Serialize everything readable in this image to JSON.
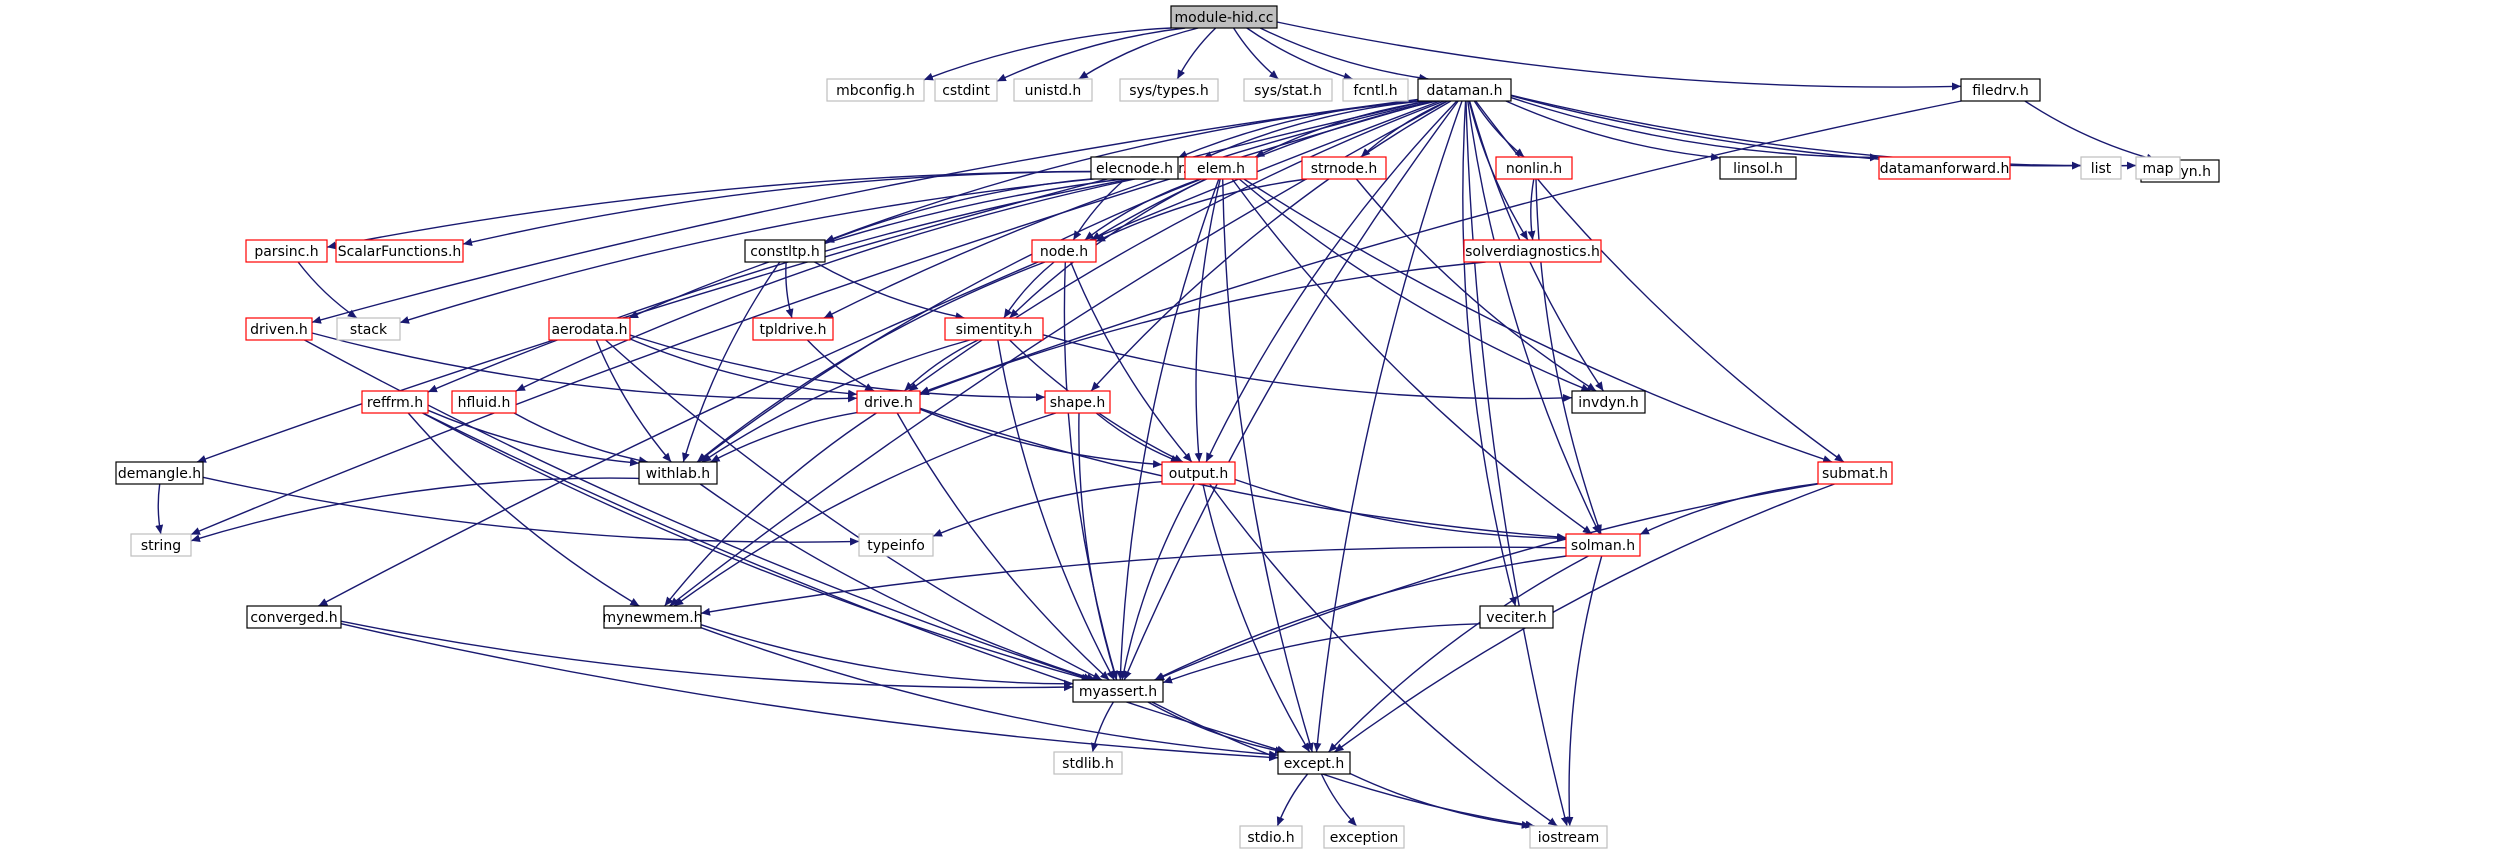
{
  "diagram": {
    "title": "module-hid.cc include dependency graph",
    "colors": {
      "root_fill": "#bfbfbf",
      "normal_border": "#000000",
      "documented_border": "#ff0000",
      "system_border": "#bfbfbf",
      "edge": "#191970"
    },
    "nodes": [
      {
        "id": "module_hid",
        "label": "module-hid.cc",
        "kind": "root"
      },
      {
        "id": "mbconfig",
        "label": "mbconfig.h",
        "kind": "system"
      },
      {
        "id": "cstdint",
        "label": "cstdint",
        "kind": "system"
      },
      {
        "id": "unistd",
        "label": "unistd.h",
        "kind": "system"
      },
      {
        "id": "systypes",
        "label": "sys/types.h",
        "kind": "system"
      },
      {
        "id": "sysstat",
        "label": "sys/stat.h",
        "kind": "system"
      },
      {
        "id": "fcntl",
        "label": "fcntl.h",
        "kind": "system"
      },
      {
        "id": "dataman",
        "label": "dataman.h",
        "kind": "normal"
      },
      {
        "id": "filedrv",
        "label": "filedrv.h",
        "kind": "normal"
      },
      {
        "id": "mbdyn",
        "label": "mbdyn.h",
        "kind": "normal"
      },
      {
        "id": "mbpar",
        "label": "mbpar.h",
        "kind": "normal"
      },
      {
        "id": "elecnode",
        "label": "elecnode.h",
        "kind": "normal"
      },
      {
        "id": "elem",
        "label": "elem.h",
        "kind": "documented"
      },
      {
        "id": "strnode",
        "label": "strnode.h",
        "kind": "documented"
      },
      {
        "id": "nonlin",
        "label": "nonlin.h",
        "kind": "documented"
      },
      {
        "id": "linsol",
        "label": "linsol.h",
        "kind": "normal"
      },
      {
        "id": "datamanforward",
        "label": "datamanforward.h",
        "kind": "documented"
      },
      {
        "id": "list",
        "label": "list",
        "kind": "system"
      },
      {
        "id": "map",
        "label": "map",
        "kind": "system"
      },
      {
        "id": "parsinc",
        "label": "parsinc.h",
        "kind": "documented"
      },
      {
        "id": "scalarfunctions",
        "label": "ScalarFunctions.h",
        "kind": "documented"
      },
      {
        "id": "constltp",
        "label": "constltp.h",
        "kind": "normal"
      },
      {
        "id": "node",
        "label": "node.h",
        "kind": "documented"
      },
      {
        "id": "solverdiagnostics",
        "label": "solverdiagnostics.h",
        "kind": "documented"
      },
      {
        "id": "stack",
        "label": "stack",
        "kind": "system"
      },
      {
        "id": "driven",
        "label": "driven.h",
        "kind": "documented"
      },
      {
        "id": "aerodata",
        "label": "aerodata.h",
        "kind": "documented"
      },
      {
        "id": "tpldrive",
        "label": "tpldrive.h",
        "kind": "documented"
      },
      {
        "id": "simentity",
        "label": "simentity.h",
        "kind": "documented"
      },
      {
        "id": "reffrm",
        "label": "reffrm.h",
        "kind": "documented"
      },
      {
        "id": "hfluid",
        "label": "hfluid.h",
        "kind": "documented"
      },
      {
        "id": "drive",
        "label": "drive.h",
        "kind": "documented"
      },
      {
        "id": "shape",
        "label": "shape.h",
        "kind": "documented"
      },
      {
        "id": "invdyn",
        "label": "invdyn.h",
        "kind": "normal"
      },
      {
        "id": "demangle",
        "label": "demangle.h",
        "kind": "normal"
      },
      {
        "id": "withlab",
        "label": "withlab.h",
        "kind": "normal"
      },
      {
        "id": "output",
        "label": "output.h",
        "kind": "documented"
      },
      {
        "id": "submat",
        "label": "submat.h",
        "kind": "documented"
      },
      {
        "id": "string",
        "label": "string",
        "kind": "system"
      },
      {
        "id": "typeinfo",
        "label": "typeinfo",
        "kind": "system"
      },
      {
        "id": "solman",
        "label": "solman.h",
        "kind": "documented"
      },
      {
        "id": "converged",
        "label": "converged.h",
        "kind": "normal"
      },
      {
        "id": "mynewmem",
        "label": "mynewmem.h",
        "kind": "normal"
      },
      {
        "id": "veciter",
        "label": "veciter.h",
        "kind": "normal"
      },
      {
        "id": "myassert",
        "label": "myassert.h",
        "kind": "normal"
      },
      {
        "id": "stdlib",
        "label": "stdlib.h",
        "kind": "system"
      },
      {
        "id": "except",
        "label": "except.h",
        "kind": "normal"
      },
      {
        "id": "stdio",
        "label": "stdio.h",
        "kind": "system"
      },
      {
        "id": "exception",
        "label": "exception",
        "kind": "system"
      },
      {
        "id": "iostream",
        "label": "iostream",
        "kind": "system"
      }
    ],
    "edges": [
      [
        "module_hid",
        "mbconfig"
      ],
      [
        "module_hid",
        "cstdint"
      ],
      [
        "module_hid",
        "unistd"
      ],
      [
        "module_hid",
        "systypes"
      ],
      [
        "module_hid",
        "sysstat"
      ],
      [
        "module_hid",
        "fcntl"
      ],
      [
        "module_hid",
        "dataman"
      ],
      [
        "module_hid",
        "filedrv"
      ],
      [
        "filedrv",
        "mbdyn"
      ],
      [
        "filedrv",
        "drive"
      ],
      [
        "dataman",
        "mbpar"
      ],
      [
        "dataman",
        "elecnode"
      ],
      [
        "dataman",
        "elem"
      ],
      [
        "dataman",
        "strnode"
      ],
      [
        "dataman",
        "nonlin"
      ],
      [
        "dataman",
        "linsol"
      ],
      [
        "dataman",
        "datamanforward"
      ],
      [
        "dataman",
        "list"
      ],
      [
        "dataman",
        "map"
      ],
      [
        "dataman",
        "iostream"
      ],
      [
        "dataman",
        "string"
      ],
      [
        "dataman",
        "converged"
      ],
      [
        "dataman",
        "demangle"
      ],
      [
        "dataman",
        "driven"
      ],
      [
        "dataman",
        "constltp"
      ],
      [
        "dataman",
        "node"
      ],
      [
        "dataman",
        "tpldrive"
      ],
      [
        "dataman",
        "drive"
      ],
      [
        "dataman",
        "solverdiagnostics"
      ],
      [
        "dataman",
        "shape"
      ],
      [
        "dataman",
        "invdyn"
      ],
      [
        "dataman",
        "output"
      ],
      [
        "dataman",
        "submat"
      ],
      [
        "dataman",
        "solman"
      ],
      [
        "dataman",
        "veciter"
      ],
      [
        "dataman",
        "mynewmem"
      ],
      [
        "dataman",
        "myassert"
      ],
      [
        "dataman",
        "except"
      ],
      [
        "mbpar",
        "parsinc"
      ],
      [
        "mbpar",
        "scalarfunctions"
      ],
      [
        "mbpar",
        "constltp"
      ],
      [
        "mbpar",
        "stack"
      ],
      [
        "mbpar",
        "aerodata"
      ],
      [
        "mbpar",
        "hfluid"
      ],
      [
        "mbpar",
        "reffrm"
      ],
      [
        "parsinc",
        "stack"
      ],
      [
        "constltp",
        "tpldrive"
      ],
      [
        "constltp",
        "simentity"
      ],
      [
        "constltp",
        "withlab"
      ],
      [
        "elecnode",
        "node"
      ],
      [
        "elem",
        "node"
      ],
      [
        "elem",
        "simentity"
      ],
      [
        "elem",
        "withlab"
      ],
      [
        "elem",
        "output"
      ],
      [
        "elem",
        "myassert"
      ],
      [
        "elem",
        "except"
      ],
      [
        "elem",
        "solman"
      ],
      [
        "elem",
        "submat"
      ],
      [
        "elem",
        "invdyn"
      ],
      [
        "strnode",
        "node"
      ],
      [
        "strnode",
        "invdyn"
      ],
      [
        "nonlin",
        "solverdiagnostics"
      ],
      [
        "nonlin",
        "solman"
      ],
      [
        "solverdiagnostics",
        "drive"
      ],
      [
        "node",
        "simentity"
      ],
      [
        "node",
        "withlab"
      ],
      [
        "node",
        "output"
      ],
      [
        "node",
        "myassert"
      ],
      [
        "driven",
        "drive"
      ],
      [
        "driven",
        "myassert"
      ],
      [
        "aerodata",
        "drive"
      ],
      [
        "aerodata",
        "shape"
      ],
      [
        "aerodata",
        "withlab"
      ],
      [
        "aerodata",
        "myassert"
      ],
      [
        "tpldrive",
        "drive"
      ],
      [
        "simentity",
        "drive"
      ],
      [
        "simentity",
        "withlab"
      ],
      [
        "simentity",
        "output"
      ],
      [
        "simentity",
        "invdyn"
      ],
      [
        "simentity",
        "myassert"
      ],
      [
        "reffrm",
        "withlab"
      ],
      [
        "reffrm",
        "mynewmem"
      ],
      [
        "reffrm",
        "myassert"
      ],
      [
        "reffrm",
        "except"
      ],
      [
        "hfluid",
        "withlab"
      ],
      [
        "drive",
        "withlab"
      ],
      [
        "drive",
        "output"
      ],
      [
        "drive",
        "solman"
      ],
      [
        "drive",
        "mynewmem"
      ],
      [
        "drive",
        "myassert"
      ],
      [
        "shape",
        "output"
      ],
      [
        "shape",
        "mynewmem"
      ],
      [
        "shape",
        "myassert"
      ],
      [
        "demangle",
        "string"
      ],
      [
        "demangle",
        "typeinfo"
      ],
      [
        "withlab",
        "string"
      ],
      [
        "withlab",
        "myassert"
      ],
      [
        "output",
        "typeinfo"
      ],
      [
        "output",
        "solman"
      ],
      [
        "output",
        "myassert"
      ],
      [
        "output",
        "except"
      ],
      [
        "output",
        "iostream"
      ],
      [
        "submat",
        "solman"
      ],
      [
        "submat",
        "myassert"
      ],
      [
        "submat",
        "except"
      ],
      [
        "solman",
        "mynewmem"
      ],
      [
        "solman",
        "myassert"
      ],
      [
        "solman",
        "except"
      ],
      [
        "solman",
        "iostream"
      ],
      [
        "converged",
        "myassert"
      ],
      [
        "converged",
        "except"
      ],
      [
        "mynewmem",
        "myassert"
      ],
      [
        "mynewmem",
        "except"
      ],
      [
        "veciter",
        "myassert"
      ],
      [
        "myassert",
        "stdlib"
      ],
      [
        "myassert",
        "except"
      ],
      [
        "myassert",
        "iostream"
      ],
      [
        "except",
        "stdio"
      ],
      [
        "except",
        "exception"
      ],
      [
        "except",
        "iostream"
      ]
    ]
  }
}
